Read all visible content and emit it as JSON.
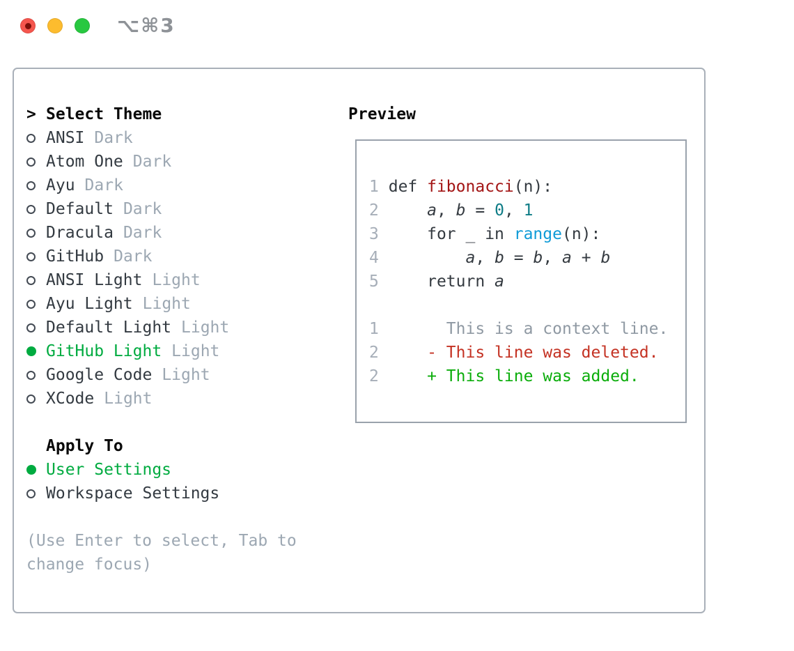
{
  "window": {
    "title": "⌥⌘3",
    "traffic_lights": {
      "close": "close",
      "minimize": "minimize",
      "zoom": "zoom"
    }
  },
  "theme_picker": {
    "prompt_char": ">",
    "header": "Select Theme",
    "themes": [
      {
        "name": "ANSI",
        "variant": "Dark",
        "selected": false
      },
      {
        "name": "Atom One",
        "variant": "Dark",
        "selected": false
      },
      {
        "name": "Ayu",
        "variant": "Dark",
        "selected": false
      },
      {
        "name": "Default",
        "variant": "Dark",
        "selected": false
      },
      {
        "name": "Dracula",
        "variant": "Dark",
        "selected": false
      },
      {
        "name": "GitHub",
        "variant": "Dark",
        "selected": false
      },
      {
        "name": "ANSI Light",
        "variant": "Light",
        "selected": false
      },
      {
        "name": "Ayu Light",
        "variant": "Light",
        "selected": false
      },
      {
        "name": "Default Light",
        "variant": "Light",
        "selected": false
      },
      {
        "name": "GitHub Light",
        "variant": "Light",
        "selected": true
      },
      {
        "name": "Google Code",
        "variant": "Light",
        "selected": false
      },
      {
        "name": "XCode",
        "variant": "Light",
        "selected": false
      }
    ],
    "apply_to_header": "Apply To",
    "apply_options": [
      {
        "label": "User Settings",
        "selected": true
      },
      {
        "label": "Workspace Settings",
        "selected": false
      }
    ],
    "hint": "(Use Enter to select, Tab to change focus)"
  },
  "preview": {
    "header": "Preview",
    "code_lines": [
      {
        "num": "1",
        "segments": [
          {
            "t": "def ",
            "c": "code"
          },
          {
            "t": "fibonacci",
            "c": "func"
          },
          {
            "t": "(n):",
            "c": "code"
          }
        ]
      },
      {
        "num": "2",
        "segments": [
          {
            "t": "    ",
            "c": "code"
          },
          {
            "t": "a",
            "c": "var"
          },
          {
            "t": ", ",
            "c": "code"
          },
          {
            "t": "b",
            "c": "var"
          },
          {
            "t": " = ",
            "c": "code"
          },
          {
            "t": "0",
            "c": "num"
          },
          {
            "t": ", ",
            "c": "code"
          },
          {
            "t": "1",
            "c": "num"
          }
        ]
      },
      {
        "num": "3",
        "segments": [
          {
            "t": "    for _ in ",
            "c": "code"
          },
          {
            "t": "range",
            "c": "builtin"
          },
          {
            "t": "(n):",
            "c": "code"
          }
        ]
      },
      {
        "num": "4",
        "segments": [
          {
            "t": "        ",
            "c": "code"
          },
          {
            "t": "a",
            "c": "var"
          },
          {
            "t": ", ",
            "c": "code"
          },
          {
            "t": "b",
            "c": "var"
          },
          {
            "t": " = ",
            "c": "code"
          },
          {
            "t": "b",
            "c": "var"
          },
          {
            "t": ", ",
            "c": "code"
          },
          {
            "t": "a",
            "c": "var"
          },
          {
            "t": " + ",
            "c": "code"
          },
          {
            "t": "b",
            "c": "var"
          }
        ]
      },
      {
        "num": "5",
        "segments": [
          {
            "t": "    return ",
            "c": "code"
          },
          {
            "t": "a",
            "c": "var"
          }
        ]
      }
    ],
    "diff_lines": [
      {
        "num": "1",
        "segments": [
          {
            "t": "      This is a context line.",
            "c": "context"
          }
        ]
      },
      {
        "num": "2",
        "segments": [
          {
            "t": "    ",
            "c": "code"
          },
          {
            "t": "- This line was deleted.",
            "c": "del"
          }
        ]
      },
      {
        "num": "2",
        "segments": [
          {
            "t": "    ",
            "c": "code"
          },
          {
            "t": "+ This line was added.",
            "c": "add"
          }
        ]
      }
    ]
  },
  "colors": {
    "selection_green": "#00ab40",
    "muted": "#9ca7b2",
    "item_text": "#333a41",
    "panel_border": "#a9b0b9",
    "preview_border": "#9aa2ac",
    "line_number": "#a6aeb8",
    "code_default": "#343a40",
    "code_function_red": "#a31515",
    "code_number_teal": "#0e7c86",
    "code_builtin_blue": "#0f9bd7",
    "diff_deleted_red": "#c43223",
    "diff_added_green": "#0bad0b",
    "traffic_red": "#f5564e",
    "traffic_yellow": "#fdbc2e",
    "traffic_green": "#28c840"
  }
}
